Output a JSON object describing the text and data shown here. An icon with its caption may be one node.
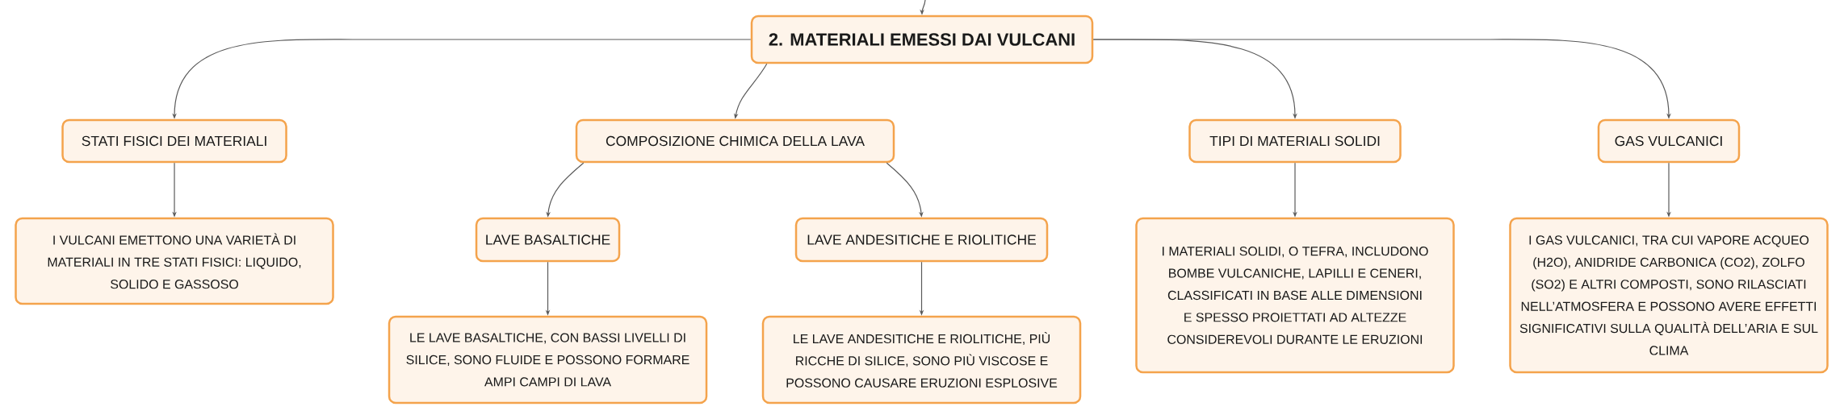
{
  "diagram": {
    "nodes": [
      {
        "text": [
          "2. MATERIALI EMESSI DAI VULCANI"
        ]
      },
      {
        "text": [
          "STATI FISICI DEI MATERIALI"
        ]
      },
      {
        "text": [
          "I VULCANI EMETTONO UNA VARIETÀ DI MATERIALI IN TRE STATI FISICI: LIQUIDO, SOLIDO E GASSOSO"
        ]
      },
      {
        "text": [
          "COMPOSIZIONE CHIMICA DELLA LAVA"
        ]
      },
      {
        "text": [
          "LAVE BASALTICHE"
        ]
      },
      {
        "text": [
          "LE LAVE BASALTICHE, CON BASSI LIVELLI DI SILICE, SONO FLUIDE E POSSONO FORMARE AMPI CAMPI DI LAVA"
        ]
      },
      {
        "text": [
          "LAVE ANDESITICHE E RIOLITICHE"
        ]
      },
      {
        "text": [
          "LE LAVE ANDESITICHE E RIOLITICHE, PIÙ RICCHE DI SILICE, SONO PIÙ VISCOSE E POSSONO CAUSARE ERUZIONI ESPLOSIVE"
        ]
      },
      {
        "text": [
          "TIPI DI MATERIALI SOLIDI"
        ]
      },
      {
        "text": [
          "I MATERIALI SOLIDI, O TEFRA, INCLUDONO BOMBE VULCANICHE, LAPILLI E CENERI, CLASSIFICATI IN BASE ALLE DIMENSIONI E SPESSO PROIETTATI AD ALTEZZE CONSIDEREVOLI DURANTE LE ERUZIONI"
        ]
      },
      {
        "text": [
          "GAS VULCANICI"
        ]
      },
      {
        "text": [
          "I GAS VULCANICI, TRA CUI VAPORE ACQUEO (H2O), ANIDRIDE CARBONICA (CO2), ZOLFO (SO2) E ALTRI COMPOSTI, SONO RILASCIATI NELL’ATMOSFERA E POSSONO AVERE EFFETTI SIGNIFICATIVI SULLA QUALITÀ DELL’ARIA E SUL CLIMA"
        ]
      }
    ],
    "edges": [
      {
        "from": null,
        "to": 0,
        "arrow": "to"
      },
      {
        "from": 0,
        "to": 1,
        "arrow": "to"
      },
      {
        "from": 1,
        "to": 2,
        "arrow": "to"
      },
      {
        "from": 0,
        "to": 3,
        "arrow": "to"
      },
      {
        "from": 3,
        "to": 4,
        "arrow": "to"
      },
      {
        "from": 4,
        "to": 5,
        "arrow": "to"
      },
      {
        "from": 3,
        "to": 6,
        "arrow": "to"
      },
      {
        "from": 6,
        "to": 7,
        "arrow": "to"
      },
      {
        "from": 0,
        "to": 8,
        "arrow": "to"
      },
      {
        "from": 8,
        "to": 9,
        "arrow": "to"
      },
      {
        "from": 0,
        "to": 10,
        "arrow": "to"
      },
      {
        "from": 10,
        "to": 11,
        "arrow": "to"
      }
    ]
  }
}
